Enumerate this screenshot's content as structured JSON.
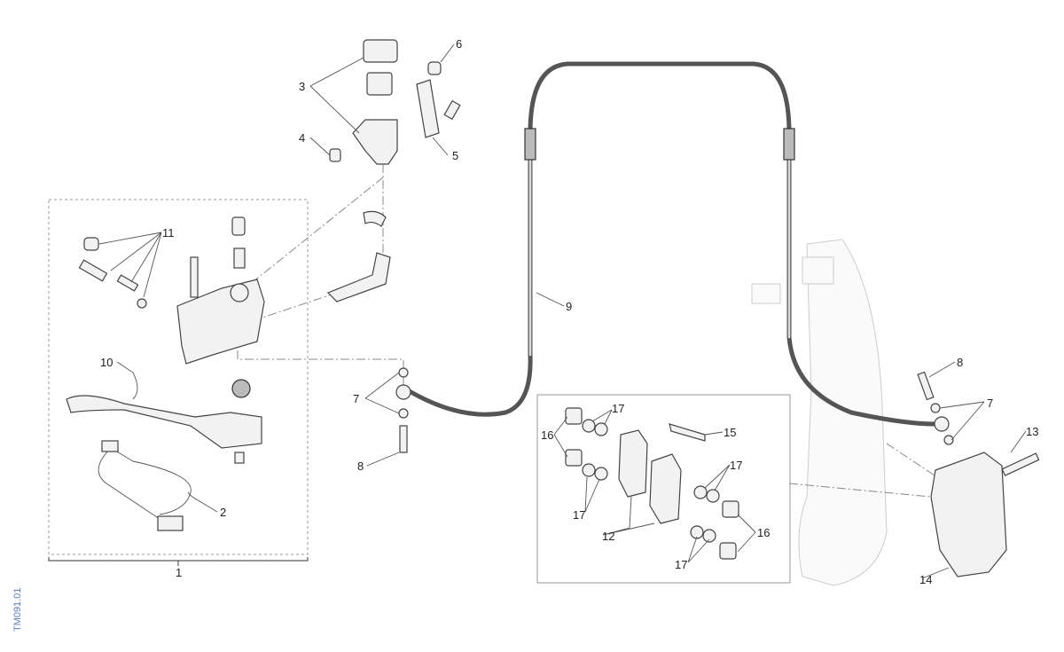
{
  "diagram": {
    "drawing_code": "TM091.01",
    "callouts": [
      "1",
      "2",
      "3",
      "4",
      "5",
      "6",
      "7",
      "8",
      "9",
      "10",
      "11",
      "12",
      "13",
      "14",
      "15",
      "16",
      "16",
      "17",
      "17",
      "17",
      "17",
      "7",
      "8"
    ]
  }
}
